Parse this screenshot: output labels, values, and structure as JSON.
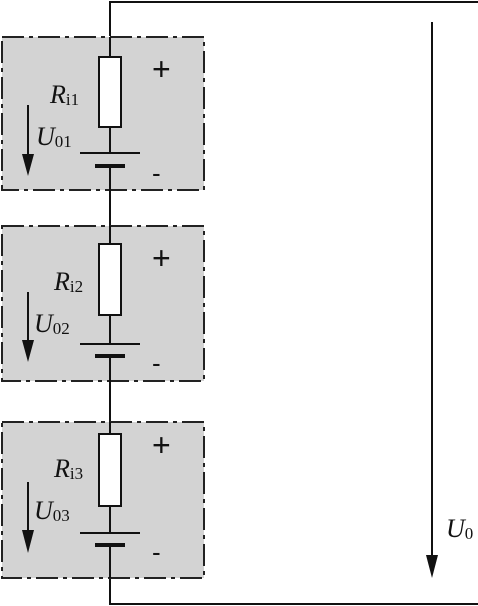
{
  "cells": [
    {
      "resistor_label": {
        "main": "R",
        "sub": "i1"
      },
      "voltage_label": {
        "main": "U",
        "sub": "01"
      },
      "plus": "+",
      "minus": "-"
    },
    {
      "resistor_label": {
        "main": "R",
        "sub": "i2"
      },
      "voltage_label": {
        "main": "U",
        "sub": "02"
      },
      "plus": "+",
      "minus": "-"
    },
    {
      "resistor_label": {
        "main": "R",
        "sub": "i3"
      },
      "voltage_label": {
        "main": "U",
        "sub": "03"
      },
      "plus": "+",
      "minus": "-"
    }
  ],
  "total_voltage": {
    "main": "U",
    "sub": "0"
  },
  "colors": {
    "cell_fill": "#d3d3d3",
    "line": "#111111",
    "background": "#ffffff"
  }
}
